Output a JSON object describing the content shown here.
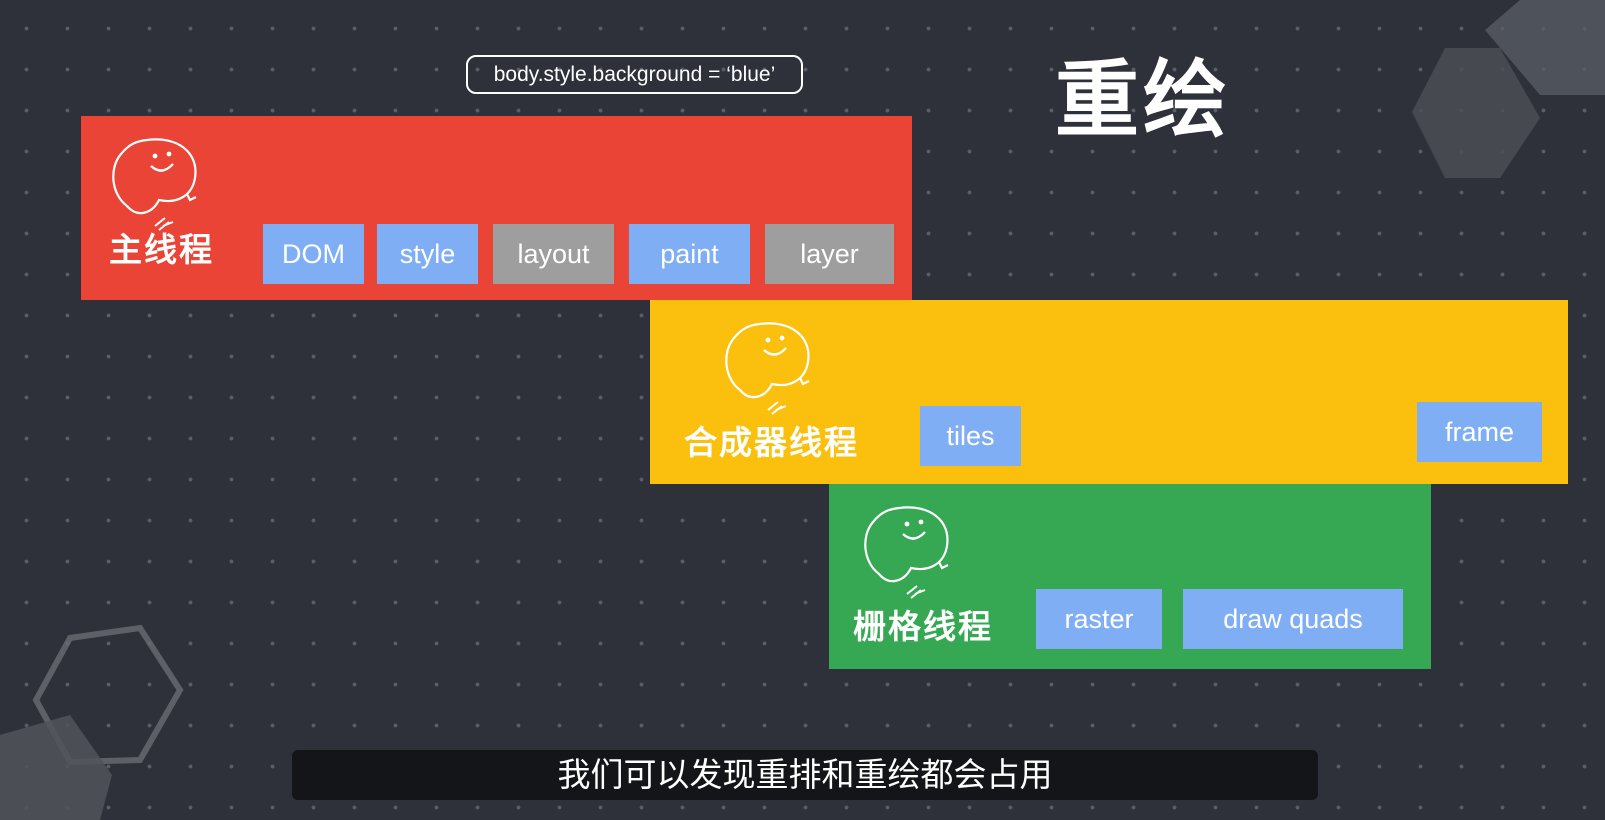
{
  "slide": {
    "title": "重绘",
    "code_label": "body.style.background =  ‘blue’",
    "subtitle": "我们可以发现重排和重绘都会占用"
  },
  "main_thread": {
    "label": "主线程",
    "color": "#e94435",
    "steps": [
      "DOM",
      "style",
      "layout",
      "paint",
      "layer"
    ]
  },
  "compositor_thread": {
    "label": "合成器线程",
    "color": "#fbbf0e",
    "steps": [
      "tiles",
      "frame"
    ]
  },
  "raster_thread": {
    "label": "栅格线程",
    "color": "#36a853",
    "steps": [
      "raster",
      "draw quads"
    ]
  },
  "colors": {
    "step_active": "#80aef5",
    "step_skipped": "#9e9e9e",
    "background": "#2e313a"
  },
  "icons": [
    "smiley-speech-bubble-icon",
    "hexagon-decoration"
  ]
}
